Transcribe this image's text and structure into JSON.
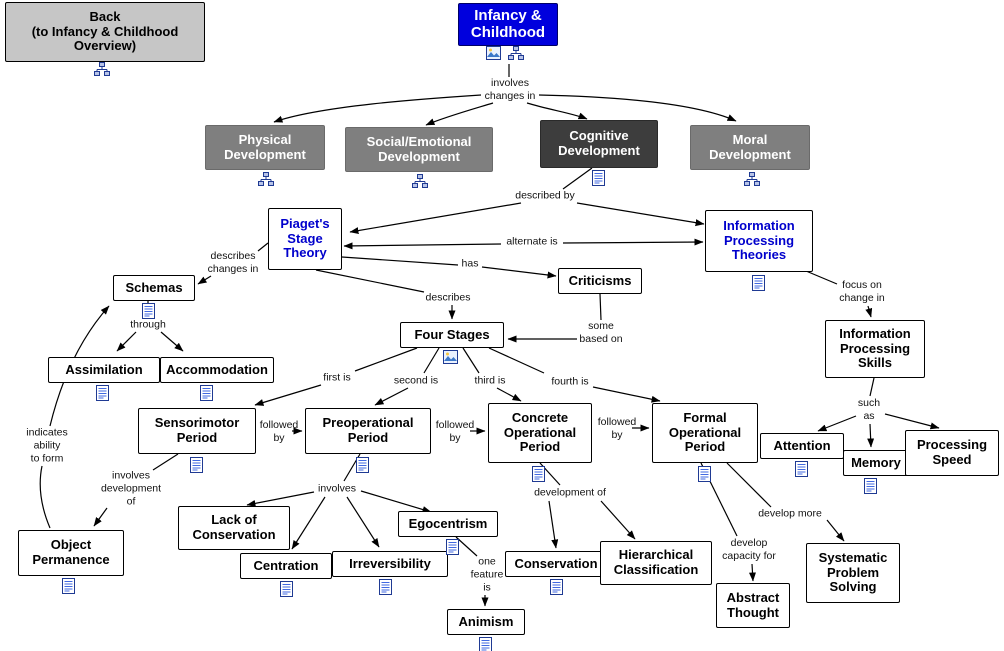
{
  "title": "Infancy & Childhood concept map",
  "colors": {
    "root_blue": "#0000dd",
    "branch_gray": "#7f7f7f",
    "highlight_dark_gray": "#3d3d3d",
    "back_button_gray": "#c6c6c6",
    "theory_text_blue": "#0000cc"
  },
  "icons": {
    "document": "document-icon",
    "sitemap": "sitemap-icon",
    "image": "image-icon"
  },
  "nodes": {
    "back": {
      "label": "Back\n(to Infancy & Childhood\nOverview)"
    },
    "infancy": {
      "label": "Infancy &\nChildhood"
    },
    "physical": {
      "label": "Physical\nDevelopment"
    },
    "social": {
      "label": "Social/Emotional\nDevelopment"
    },
    "cognitive": {
      "label": "Cognitive\nDevelopment"
    },
    "moral": {
      "label": "Moral\nDevelopment"
    },
    "piaget": {
      "label": "Piaget's\nStage\nTheory"
    },
    "ipt": {
      "label": "Information\nProcessing\nTheories"
    },
    "criticisms": {
      "label": "Criticisms"
    },
    "schemas": {
      "label": "Schemas"
    },
    "assimilation": {
      "label": "Assimilation"
    },
    "accommodation": {
      "label": "Accommodation"
    },
    "four_stages": {
      "label": "Four Stages"
    },
    "sensorimotor": {
      "label": "Sensorimotor\nPeriod"
    },
    "preoperational": {
      "label": "Preoperational\nPeriod"
    },
    "concrete": {
      "label": "Concrete\nOperational\nPeriod"
    },
    "formal": {
      "label": "Formal\nOperational\nPeriod"
    },
    "ips": {
      "label": "Information\nProcessing\nSkills"
    },
    "attention": {
      "label": "Attention"
    },
    "memory": {
      "label": "Memory"
    },
    "processing_speed": {
      "label": "Processing\nSpeed"
    },
    "object_permanence": {
      "label": "Object\nPermanence"
    },
    "lack_of_conservation": {
      "label": "Lack of\nConservation"
    },
    "centration": {
      "label": "Centration"
    },
    "irreversibility": {
      "label": "Irreversibility"
    },
    "egocentrism": {
      "label": "Egocentrism"
    },
    "conservation": {
      "label": "Conservation"
    },
    "hierarchical": {
      "label": "Hierarchical\nClassification"
    },
    "animism": {
      "label": "Animism"
    },
    "abstract_thought": {
      "label": "Abstract\nThought"
    },
    "systematic": {
      "label": "Systematic\nProblem\nSolving"
    }
  },
  "edge_labels": {
    "involves_changes_in": "involves\nchanges in",
    "described_by": "described by",
    "alternate_is": "alternate is",
    "has": "has",
    "describes_changes_in": "describes\nchanges in",
    "describes": "describes",
    "through": "through",
    "some_based_on": "some\nbased on",
    "first_is": "first is",
    "second_is": "second is",
    "third_is": "third is",
    "fourth_is": "fourth is",
    "followed_by": "followed\nby",
    "indicates_ability_to_form": "indicates\nability\nto form",
    "involves_development_of": "involves\ndevelopment\nof",
    "involves": "involves",
    "development_of": "development of",
    "one_feature_is": "one\nfeature\nis",
    "focus_on_change_in": "focus on\nchange in",
    "such_as": "such\nas",
    "develop_more": "develop more",
    "develop_capacity_for": "develop\ncapacity for"
  }
}
